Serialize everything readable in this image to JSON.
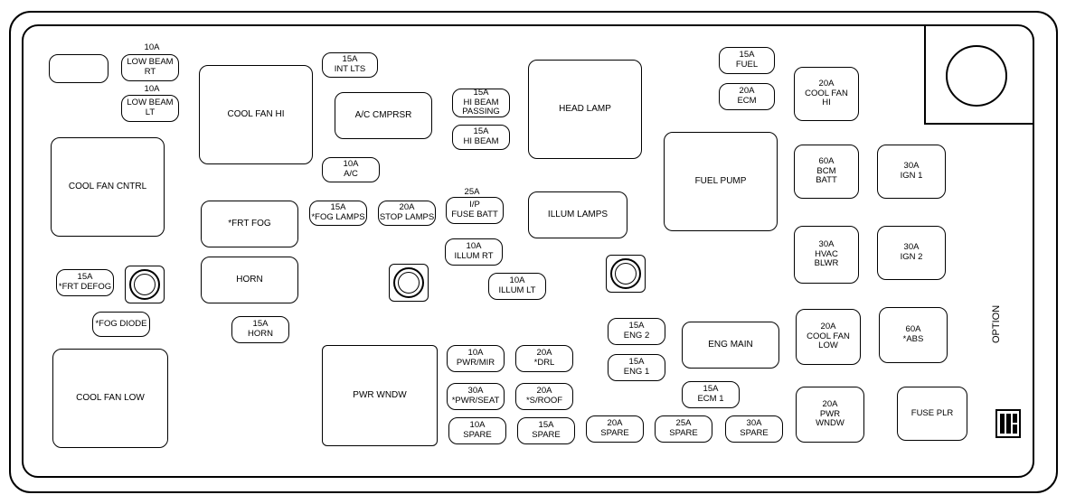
{
  "diagram": {
    "option_label": "OPTION",
    "small_blank": "",
    "relays": {
      "cool_fan_hi": "COOL FAN HI",
      "ac_cmprsr": "A/C CMPRSR",
      "head_lamp": "HEAD LAMP",
      "cool_fan_cntrl": "COOL FAN CNTRL",
      "fuel_pump": "FUEL PUMP",
      "frt_fog": "*FRT FOG",
      "illum_lamps": "ILLUM LAMPS",
      "horn": "HORN",
      "eng_main": "ENG MAIN",
      "cool_fan_low": "COOL FAN LOW",
      "pwr_wndw": "PWR WNDW",
      "fuse_plr": "FUSE PLR",
      "fog_diode": "*FOG DIODE"
    },
    "fuses": {
      "low_beam_rt": {
        "amp": "10A",
        "name": "LOW BEAM\nRT"
      },
      "low_beam_lt": {
        "amp": "10A",
        "name": "LOW BEAM\nLT"
      },
      "int_lts": "15A\nINT LTS",
      "hi_beam_passing": "15A\nHI BEAM\nPASSING",
      "hi_beam": "15A\nHI BEAM",
      "fuel": "15A\nFUEL",
      "ecm": "20A\nECM",
      "cool_fan_hi_fuse": "20A\nCOOL FAN\nHI",
      "ac": "10A\nA/C",
      "fog_lamps": "15A\n*FOG LAMPS",
      "stop_lamps": "20A\nSTOP LAMPS",
      "ip_fuse_batt": {
        "amp": "25A",
        "name": "I/P\nFUSE BATT"
      },
      "bcm_batt": "60A\nBCM\nBATT",
      "ign1": "30A\nIGN 1",
      "illum_rt": "10A\nILLUM RT",
      "hvac_blwr": "30A\nHVAC\nBLWR",
      "ign2": "30A\nIGN 2",
      "frt_defog": "15A\n*FRT DEFOG",
      "illum_lt": "10A\nILLUM LT",
      "horn_fuse": "15A\nHORN",
      "eng2": "15A\nENG 2",
      "cool_fan_low_fuse": "20A\nCOOL FAN\nLOW",
      "abs": "60A\n*ABS",
      "pwr_mir": "10A\nPWR/MIR",
      "drl": "20A\n*DRL",
      "eng1": "15A\nENG 1",
      "ecm1": "15A\nECM 1",
      "pwr_seat": "30A\n*PWR/SEAT",
      "s_roof": "20A\n*S/ROOF",
      "pwr_wndw_fuse": "20A\nPWR\nWNDW",
      "spare1": "10A\nSPARE",
      "spare2": "15A\nSPARE",
      "spare3": "20A\nSPARE",
      "spare4": "25A\nSPARE",
      "spare5": "30A\nSPARE"
    }
  }
}
